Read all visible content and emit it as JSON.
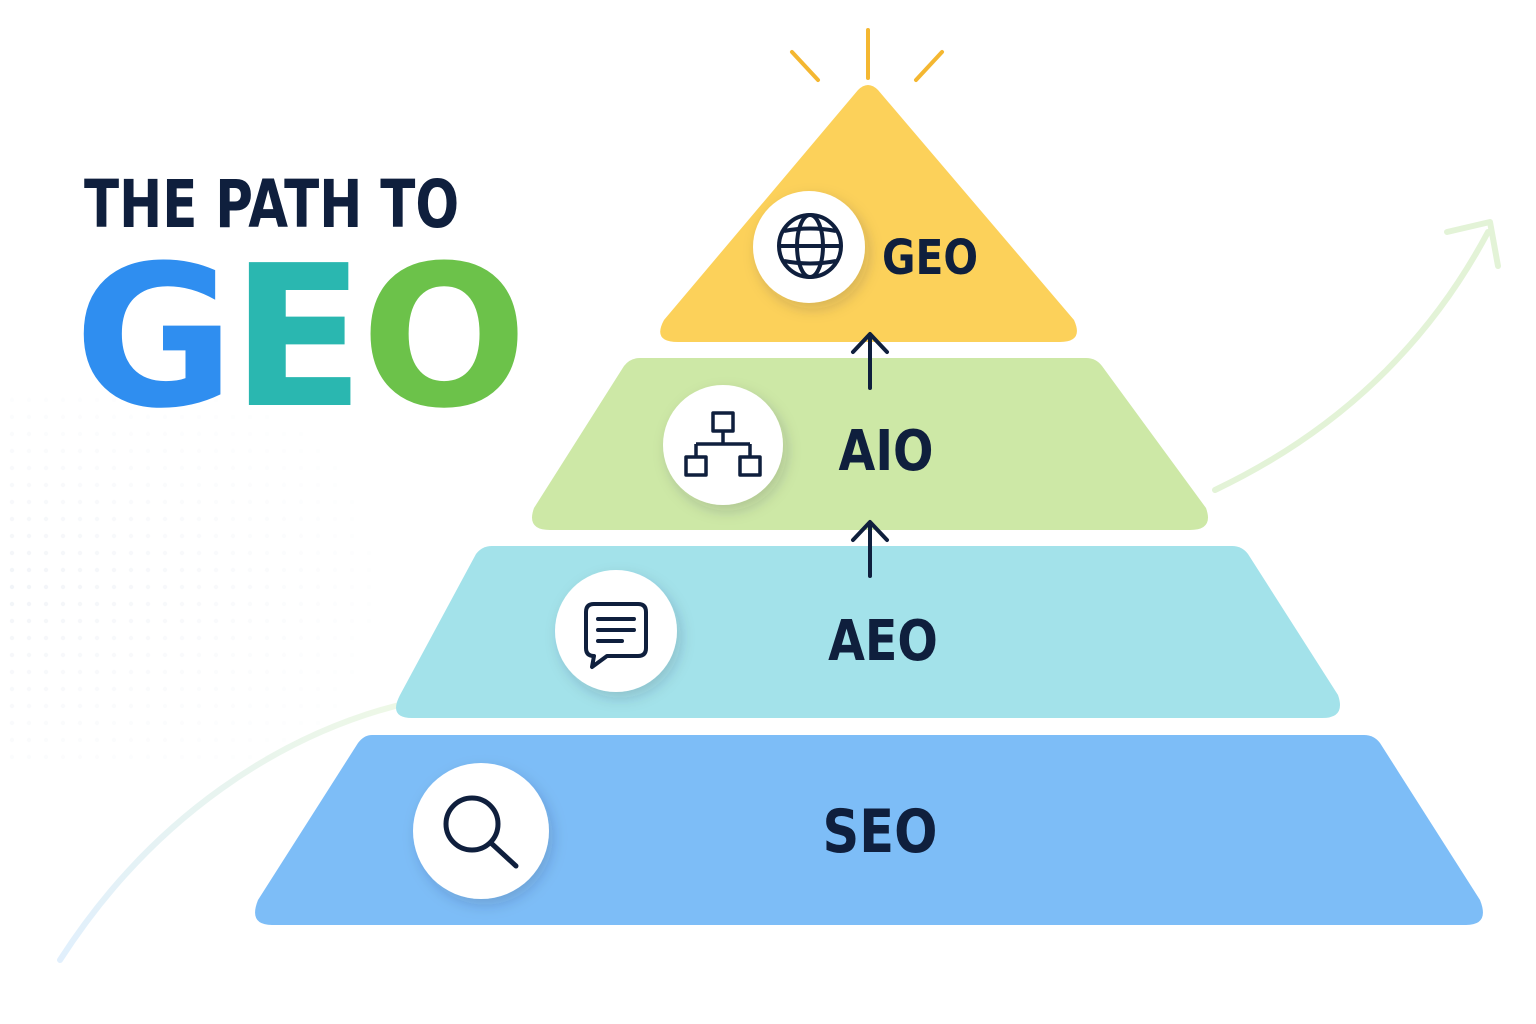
{
  "heading": {
    "line1": "THE PATH TO",
    "line2_letters": [
      {
        "char": "G",
        "color": "#2f8ef0"
      },
      {
        "char": "E",
        "color": "#2ab7b0"
      },
      {
        "char": "O",
        "color": "#6cc24a"
      }
    ]
  },
  "pyramid": {
    "levels": [
      {
        "label": "SEO",
        "icon": "magnifier-icon",
        "color": "#7dbdf7"
      },
      {
        "label": "AEO",
        "icon": "chat-bubble-icon",
        "color": "#a3e2ea"
      },
      {
        "label": "AIO",
        "icon": "hierarchy-icon",
        "color": "#cde8a6"
      },
      {
        "label": "GEO",
        "icon": "globe-icon",
        "color": "#fcd15a"
      }
    ]
  },
  "colors": {
    "text_dark": "#0f1f3d",
    "rays": "#f4b731"
  }
}
